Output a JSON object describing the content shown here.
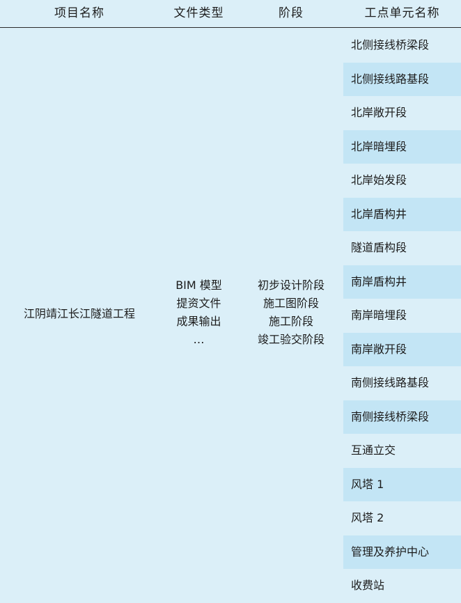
{
  "headers": {
    "project": "项目名称",
    "file_type": "文件类型",
    "stage": "阶段",
    "unit": "工点单元名称"
  },
  "project_name": "江阴靖江长江隧道工程",
  "file_types": [
    "BIM 模型",
    "提资文件",
    "成果输出",
    "…"
  ],
  "stages": [
    "初步设计阶段",
    "施工图阶段",
    "施工阶段",
    "竣工验交阶段"
  ],
  "units": [
    "北侧接线桥梁段",
    "北侧接线路基段",
    "北岸敞开段",
    "北岸暗埋段",
    "北岸始发段",
    "北岸盾构井",
    "隧道盾构段",
    "南岸盾构井",
    "南岸暗埋段",
    "南岸敞开段",
    "南侧接线路基段",
    "南侧接线桥梁段",
    "互通立交",
    "风塔 1",
    "风塔 2",
    "管理及养护中心",
    "收费站"
  ],
  "colors": {
    "background": "#dbeff8",
    "row_shade": "#c3e5f5",
    "rule": "#2b2b2b"
  }
}
